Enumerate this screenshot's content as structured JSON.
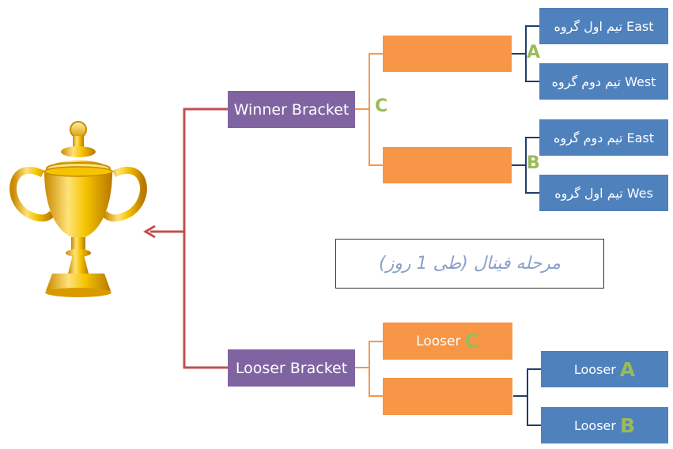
{
  "colors": {
    "winner": "#8064a2",
    "slot": "#f79646",
    "team": "#4f81bd",
    "letter": "#9bbb59",
    "arrow": "#c0504d"
  },
  "winner_bracket": {
    "label": "Winner Bracket",
    "letter": "C"
  },
  "looser_bracket": {
    "label": "Looser Bracket"
  },
  "group_a": {
    "letter": "A",
    "team1": "تیم اول گروه East",
    "team2": "تیم دوم گروه West"
  },
  "group_b": {
    "letter": "B",
    "team1": "تیم دوم گروه East",
    "team2": "تیم اول گروه Wes"
  },
  "looser_c": {
    "word": "Looser",
    "letter": "C"
  },
  "looser_a": {
    "word": "Looser",
    "letter": "A"
  },
  "looser_b": {
    "word": "Looser",
    "letter": "B"
  },
  "stage_title": "مرحله فینال (طی 1 روز)",
  "trophy": "trophy-icon"
}
